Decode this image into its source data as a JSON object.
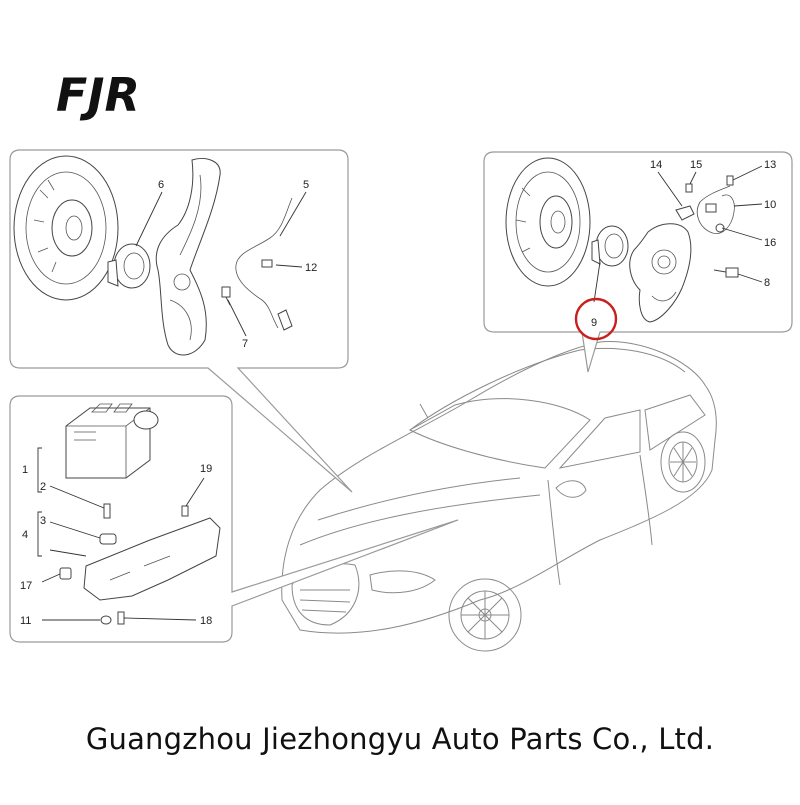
{
  "logo": {
    "text": "FJR"
  },
  "company": "Guangzhou Jiezhongyu Auto Parts Co., Ltd.",
  "highlight": {
    "callout": "9",
    "color": "#c8201e"
  },
  "panels": {
    "front_hub": {
      "callouts": [
        {
          "id": "6",
          "text": "6"
        },
        {
          "id": "5",
          "text": "5"
        },
        {
          "id": "12",
          "text": "12"
        },
        {
          "id": "7",
          "text": "7"
        }
      ]
    },
    "rear_hub": {
      "callouts": [
        {
          "id": "14",
          "text": "14"
        },
        {
          "id": "15",
          "text": "15"
        },
        {
          "id": "13",
          "text": "13"
        },
        {
          "id": "10",
          "text": "10"
        },
        {
          "id": "16",
          "text": "16"
        },
        {
          "id": "8",
          "text": "8"
        },
        {
          "id": "9",
          "text": "9"
        }
      ]
    },
    "abs_unit": {
      "callouts": [
        {
          "id": "1",
          "text": "1"
        },
        {
          "id": "2",
          "text": "2"
        },
        {
          "id": "3",
          "text": "3"
        },
        {
          "id": "4",
          "text": "4"
        },
        {
          "id": "19",
          "text": "19"
        },
        {
          "id": "17",
          "text": "17"
        },
        {
          "id": "11",
          "text": "11"
        },
        {
          "id": "18",
          "text": "18"
        }
      ]
    }
  }
}
